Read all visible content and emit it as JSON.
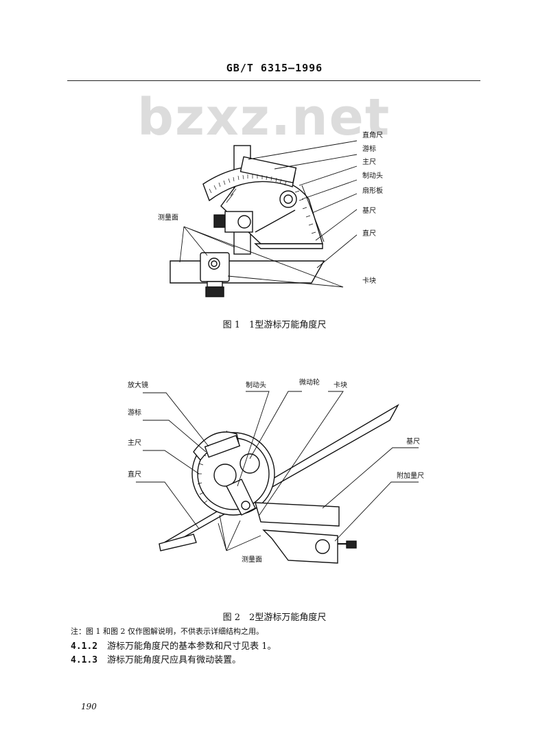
{
  "header": {
    "standard_no": "GB/T 6315—1996"
  },
  "watermark": "bzxz.net",
  "figure1": {
    "caption": "图 1　1型游标万能角度尺",
    "labels": {
      "right_angle_ruler": "直角尺",
      "vernier": "游标",
      "main_scale": "主尺",
      "brake_head": "制动头",
      "sector_plate": "扇形板",
      "base_ruler": "基尺",
      "straight_ruler": "直尺",
      "clamp": "卡块",
      "measuring_face": "测量面"
    }
  },
  "figure2": {
    "caption": "图 2　2型游标万能角度尺",
    "labels": {
      "magnifier": "放大镜",
      "brake_head": "制动头",
      "fine_wheel": "微动轮",
      "clamp": "卡块",
      "vernier": "游标",
      "main_scale": "主尺",
      "base_ruler": "基尺",
      "straight_ruler": "直尺",
      "extra_ruler": "附加量尺",
      "measuring_face": "测量面"
    }
  },
  "note": "注：图 1 和图 2 仅作图解说明，不供表示详细结构之用。",
  "clauses": [
    {
      "num": "4.1.2",
      "text": "游标万能角度尺的基本参数和尺寸见表 1。"
    },
    {
      "num": "4.1.3",
      "text": "游标万能角度尺应具有微动装置。"
    }
  ],
  "page_number": "190"
}
